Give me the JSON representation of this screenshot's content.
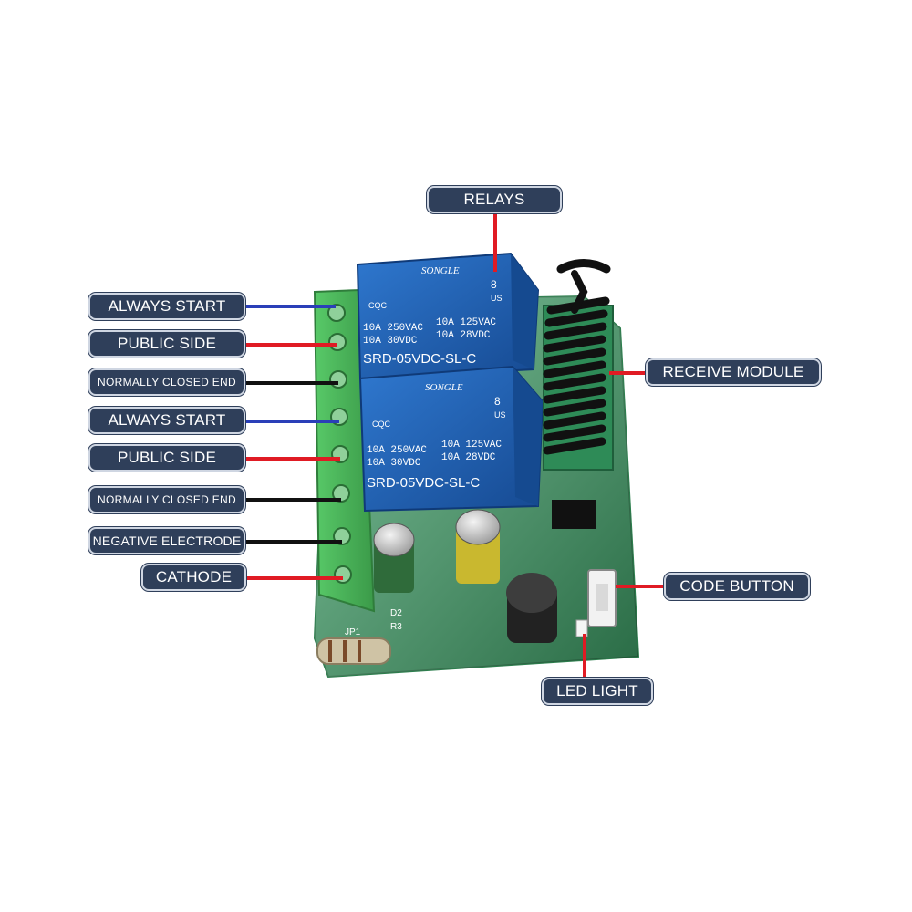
{
  "labels": {
    "relays": "RELAYS",
    "receive_module": "RECEIVE MODULE",
    "code_button": "CODE BUTTON",
    "led_light": "LED LIGHT",
    "terminals": [
      "ALWAYS START",
      "PUBLIC SIDE",
      "NORMALLY CLOSED END",
      "ALWAYS START",
      "PUBLIC SIDE",
      "NORMALLY CLOSED END",
      "NEGATIVE ELECTRODE",
      "CATHODE"
    ]
  },
  "relay": {
    "brand": "SONGLE",
    "rating_left": "10A 250VAC",
    "rating_left2": "10A 30VDC",
    "rating_right": "10A 125VAC",
    "rating_right2": "10A 28VDC",
    "model": "SRD-05VDC-SL-C",
    "ul_number": "8",
    "ul_us": "US",
    "cqc": "CQC"
  },
  "pcb": {
    "jp1": "JP1",
    "r3": "R3",
    "d2": "D2"
  },
  "colors": {
    "pill_bg": "#2f3f5a",
    "pcb_green": "#3fa56a",
    "terminal_green": "#4fbf5f",
    "relay_blue": "#1f5fb0",
    "wire_blue": "#2a3fb8",
    "wire_red": "#e01b24",
    "wire_black": "#111111"
  }
}
